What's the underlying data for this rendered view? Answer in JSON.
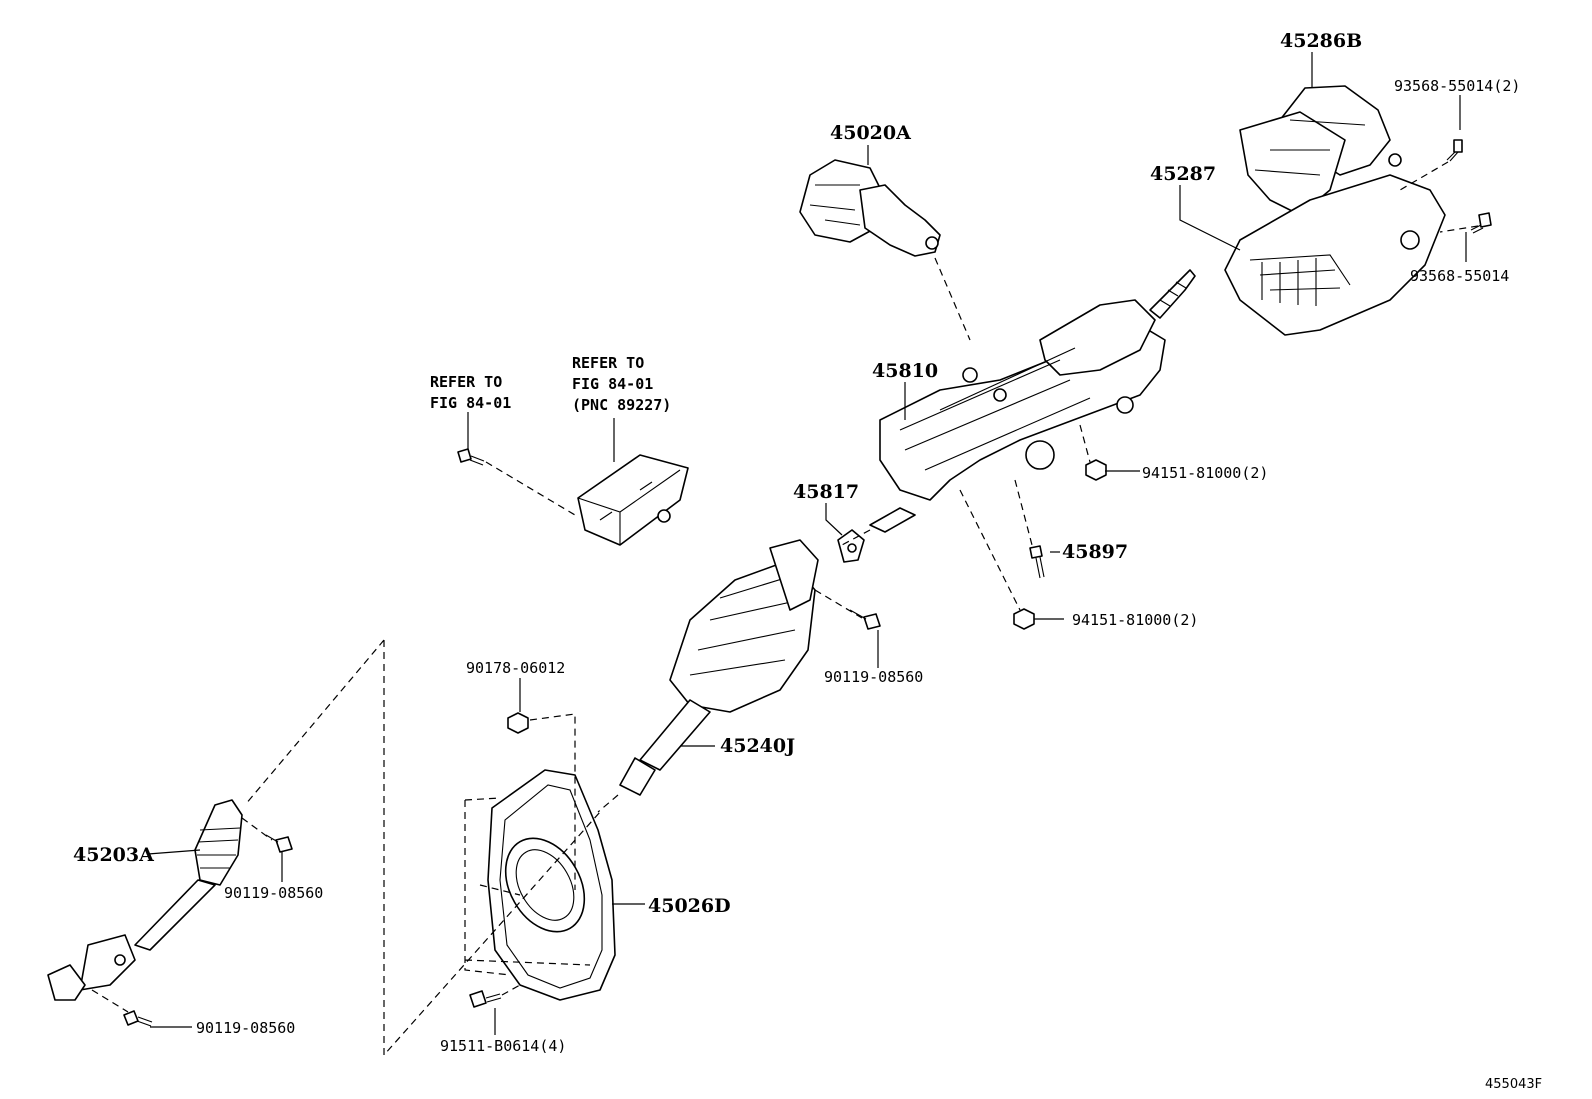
{
  "diagram_code": "455043F",
  "labels": {
    "p45286B": "45286B",
    "p93568_2": "93568-55014(2)",
    "p45287": "45287",
    "p93568": "93568-55014",
    "p45020A": "45020A",
    "p45810": "45810",
    "p94151_a": "94151-81000(2)",
    "p45817": "45817",
    "p45897": "45897",
    "p94151_b": "94151-81000(2)",
    "p90119_a": "90119-08560",
    "p90178": "90178-06012",
    "p45240J": "45240J",
    "p45203A": "45203A",
    "p90119_b": "90119-08560",
    "p45026D": "45026D",
    "p90119_c": "90119-08560",
    "p91511": "91511-B0614(4)"
  },
  "refer_left": [
    "REFER TO",
    "FIG 84-01"
  ],
  "refer_right": [
    "REFER TO",
    "FIG 84-01",
    "(PNC 89227)"
  ]
}
